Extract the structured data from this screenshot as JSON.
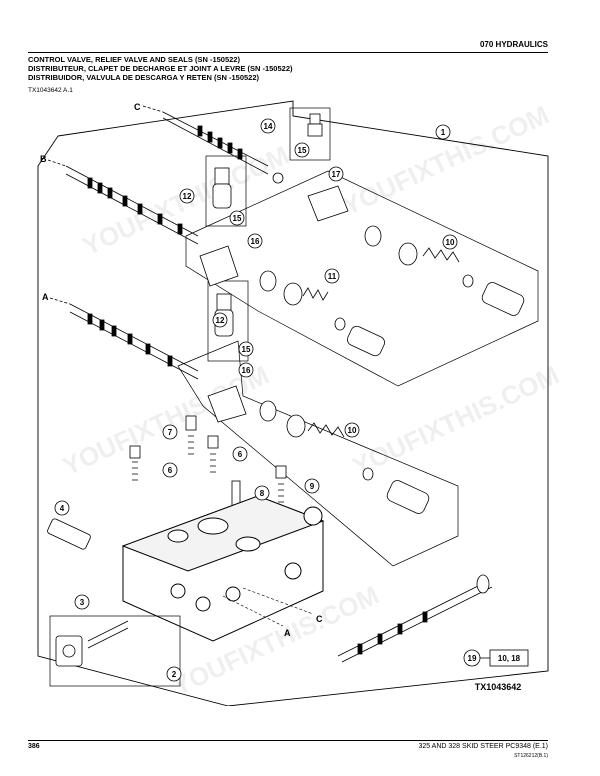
{
  "header": {
    "section": "070 HYDRAULICS",
    "title_en": "CONTROL VALVE, RELIEF VALVE AND SEALS (SN -150522)",
    "title_fr": "DISTRIBUTEUR, CLAPET DE DECHARGE ET JOINT A LEVRE (SN -150522)",
    "title_es": "DISTRIBUIDOR, VALVULA DE DESCARGA Y RETEN (SN -150522)",
    "figure_ref": "TX1043642 A.1"
  },
  "diagram": {
    "spool_letters": [
      "C",
      "B",
      "A"
    ],
    "callouts": [
      {
        "id": "c1",
        "label": "1"
      },
      {
        "id": "c2",
        "label": "2"
      },
      {
        "id": "c3",
        "label": "3"
      },
      {
        "id": "c4",
        "label": "4"
      },
      {
        "id": "c6a",
        "label": "6"
      },
      {
        "id": "c6b",
        "label": "6"
      },
      {
        "id": "c7",
        "label": "7"
      },
      {
        "id": "c8",
        "label": "8"
      },
      {
        "id": "c9",
        "label": "9"
      },
      {
        "id": "c10a",
        "label": "10"
      },
      {
        "id": "c10b",
        "label": "10"
      },
      {
        "id": "c11",
        "label": "11"
      },
      {
        "id": "c12a",
        "label": "12"
      },
      {
        "id": "c12b",
        "label": "12"
      },
      {
        "id": "c14",
        "label": "14"
      },
      {
        "id": "c15a",
        "label": "15"
      },
      {
        "id": "c15b",
        "label": "15"
      },
      {
        "id": "c15c",
        "label": "15"
      },
      {
        "id": "c16a",
        "label": "16"
      },
      {
        "id": "c16b",
        "label": "16"
      },
      {
        "id": "c17",
        "label": "17"
      }
    ],
    "reference_box": {
      "item": "19",
      "target": "10, 18"
    },
    "figure_id": "TX1043642",
    "watermark": "YOUFIXTHIS.COM"
  },
  "footer": {
    "page": "386",
    "model": "325 AND 328 SKID STEER   PC9348    (E.1)",
    "code": "ST126212(B.1)"
  }
}
